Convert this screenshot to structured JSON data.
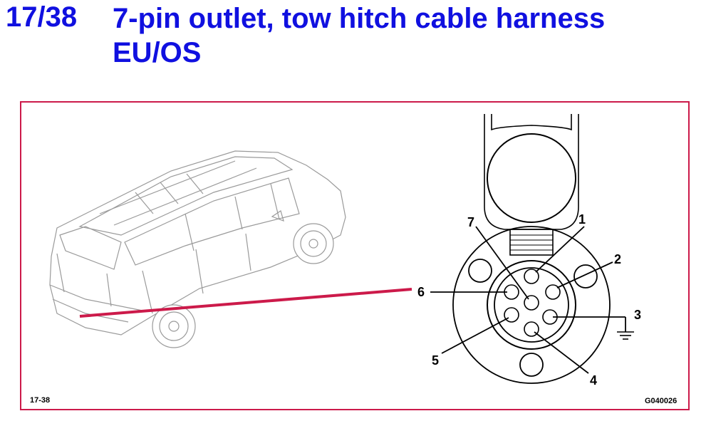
{
  "header": {
    "number": "17/38",
    "title_line1": "7-pin outlet, tow hitch cable harness",
    "title_line2": "EU/OS",
    "color": "#1010e0"
  },
  "frame_color": "#cc1a4a",
  "figure": {
    "left_code": "17-38",
    "right_code": "G040026"
  },
  "pins": [
    {
      "label": "1"
    },
    {
      "label": "2"
    },
    {
      "label": "3"
    },
    {
      "label": "4"
    },
    {
      "label": "5"
    },
    {
      "label": "6"
    },
    {
      "label": "7"
    }
  ]
}
